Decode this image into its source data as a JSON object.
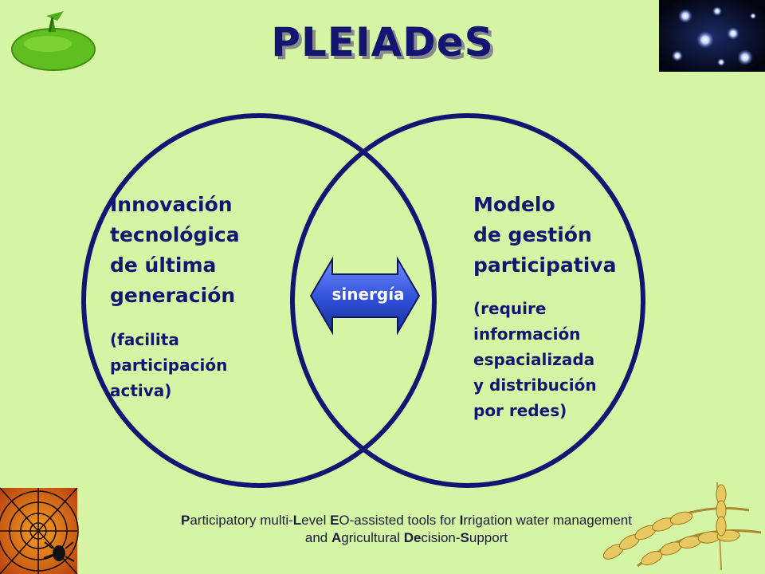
{
  "title": "PLEIADeS",
  "left_circle": {
    "heading_lines": [
      "Innovación",
      "tecnológica",
      "de última",
      "generación"
    ],
    "note_lines": [
      "(facilita",
      "participación",
      "activa)"
    ]
  },
  "right_circle": {
    "heading_lines": [
      "Modelo",
      "de gestión",
      "participativa"
    ],
    "note_lines": [
      "(require",
      "información",
      "espacializada",
      "y distribución",
      "por redes)"
    ]
  },
  "center_arrow": {
    "label": "sinergía"
  },
  "footer": {
    "line1": [
      {
        "b": "P",
        "t": "articipatory multi-"
      },
      {
        "b": "L",
        "t": "evel "
      },
      {
        "b": "E",
        "t": "O-assisted tools for "
      },
      {
        "b": "I",
        "t": "rrigation water management"
      }
    ],
    "line2": [
      {
        "b": "",
        "t": "and "
      },
      {
        "b": "A",
        "t": "gricultural "
      },
      {
        "b": "De",
        "t": "cision-"
      },
      {
        "b": "S",
        "t": "upport"
      }
    ]
  },
  "colors": {
    "background": "#d6f5a4",
    "circle_stroke": "#141473",
    "arrow_fill": "#3355dd",
    "text": "#141473"
  },
  "icons": [
    "golf-flag-icon",
    "pleiades-star-cluster-image",
    "spider-web-image",
    "wheat-ears-image"
  ]
}
